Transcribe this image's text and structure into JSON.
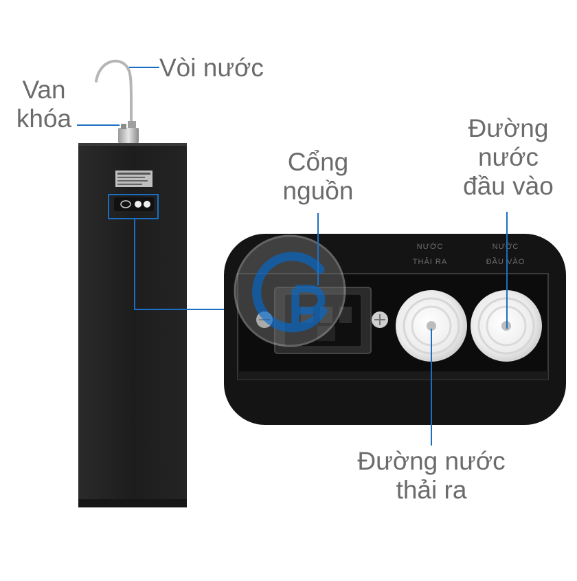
{
  "labels": {
    "faucet": "Vòi nước",
    "valve": [
      "Van",
      "khóa"
    ],
    "power_port": [
      "Cổng",
      "nguồn"
    ],
    "inlet": [
      "Đường",
      "nước",
      "đầu vào"
    ],
    "drain": [
      "Đường nước",
      "thải ra"
    ]
  },
  "panel": {
    "drain_port_label": [
      "NƯỚC",
      "THẢI RA"
    ],
    "inlet_port_label": [
      "NƯỚC",
      "ĐẦU VÀO"
    ]
  },
  "colors": {
    "background": "#ffffff",
    "label_text": "#6b6b6b",
    "leader_line": "#1a6fc4",
    "unit_body": "#1e1e1e",
    "panel_body": "#141414",
    "fitting": "#f2f2f2"
  },
  "icons": [
    "faucet-icon",
    "valve-icon",
    "power-socket-icon",
    "water-fitting-icon",
    "watermark-logo"
  ]
}
